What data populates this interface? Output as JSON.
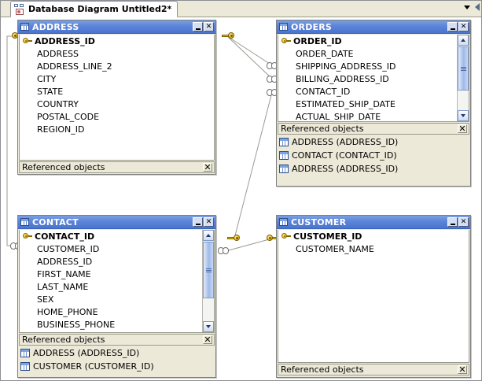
{
  "window": {
    "tab": {
      "title": "Database Diagram Untitled2*",
      "icon": "diagram-icon"
    },
    "tabstrip_right": {
      "dropdown_icon": "chevron-down-icon",
      "scroll_left_icon": "left-arrow-icon"
    }
  },
  "labels": {
    "referenced_objects": "Referenced objects",
    "close_glyph": "✕",
    "minimize_glyph": "_",
    "panel_close_glyph": "✕"
  },
  "colors": {
    "titlebar_start": "#7a9fe0",
    "titlebar_end": "#4a74cf",
    "panel_bg": "#ece9d8",
    "canvas_bg": "#ffffff",
    "key_gold": "#e0a800",
    "connector": "#9a9a94"
  },
  "tables": [
    {
      "id": "address",
      "name": "ADDRESS",
      "columns": [
        {
          "name": "ADDRESS_ID",
          "pk": true
        },
        {
          "name": "ADDRESS",
          "pk": false
        },
        {
          "name": "ADDRESS_LINE_2",
          "pk": false
        },
        {
          "name": "CITY",
          "pk": false
        },
        {
          "name": "STATE",
          "pk": false
        },
        {
          "name": "COUNTRY",
          "pk": false
        },
        {
          "name": "POSTAL_CODE",
          "pk": false
        },
        {
          "name": "REGION_ID",
          "pk": false
        }
      ],
      "scrollbar": false,
      "referenced_objects": []
    },
    {
      "id": "orders",
      "name": "ORDERS",
      "columns": [
        {
          "name": "ORDER_ID",
          "pk": true
        },
        {
          "name": "ORDER_DATE",
          "pk": false
        },
        {
          "name": "SHIPPING_ADDRESS_ID",
          "pk": false
        },
        {
          "name": "BILLING_ADDRESS_ID",
          "pk": false
        },
        {
          "name": "CONTACT_ID",
          "pk": false
        },
        {
          "name": "ESTIMATED_SHIP_DATE",
          "pk": false
        },
        {
          "name": "ACTUAL_SHIP_DATE",
          "pk": false
        }
      ],
      "scrollbar": true,
      "referenced_objects": [
        "ADDRESS (ADDRESS_ID)",
        "CONTACT (CONTACT_ID)",
        "ADDRESS (ADDRESS_ID)"
      ]
    },
    {
      "id": "contact",
      "name": "CONTACT",
      "columns": [
        {
          "name": "CONTACT_ID",
          "pk": true
        },
        {
          "name": "CUSTOMER_ID",
          "pk": false
        },
        {
          "name": "ADDRESS_ID",
          "pk": false
        },
        {
          "name": "FIRST_NAME",
          "pk": false
        },
        {
          "name": "LAST_NAME",
          "pk": false
        },
        {
          "name": "SEX",
          "pk": false
        },
        {
          "name": "HOME_PHONE",
          "pk": false
        },
        {
          "name": "BUSINESS_PHONE",
          "pk": false
        }
      ],
      "scrollbar": true,
      "referenced_objects": [
        "ADDRESS (ADDRESS_ID)",
        "CUSTOMER (CUSTOMER_ID)"
      ]
    },
    {
      "id": "customer",
      "name": "CUSTOMER",
      "columns": [
        {
          "name": "CUSTOMER_ID",
          "pk": true
        },
        {
          "name": "CUSTOMER_NAME",
          "pk": false
        }
      ],
      "scrollbar": false,
      "referenced_objects": []
    }
  ],
  "relationships": [
    {
      "from": "ADDRESS.ADDRESS_ID",
      "to": "ORDERS.SHIPPING_ADDRESS_ID"
    },
    {
      "from": "ADDRESS.ADDRESS_ID",
      "to": "ORDERS.BILLING_ADDRESS_ID"
    },
    {
      "from": "CONTACT.CONTACT_ID",
      "to": "ORDERS.CONTACT_ID"
    },
    {
      "from": "ADDRESS.ADDRESS_ID",
      "to": "CONTACT.ADDRESS_ID"
    },
    {
      "from": "CUSTOMER.CUSTOMER_ID",
      "to": "CONTACT.CUSTOMER_ID"
    }
  ]
}
